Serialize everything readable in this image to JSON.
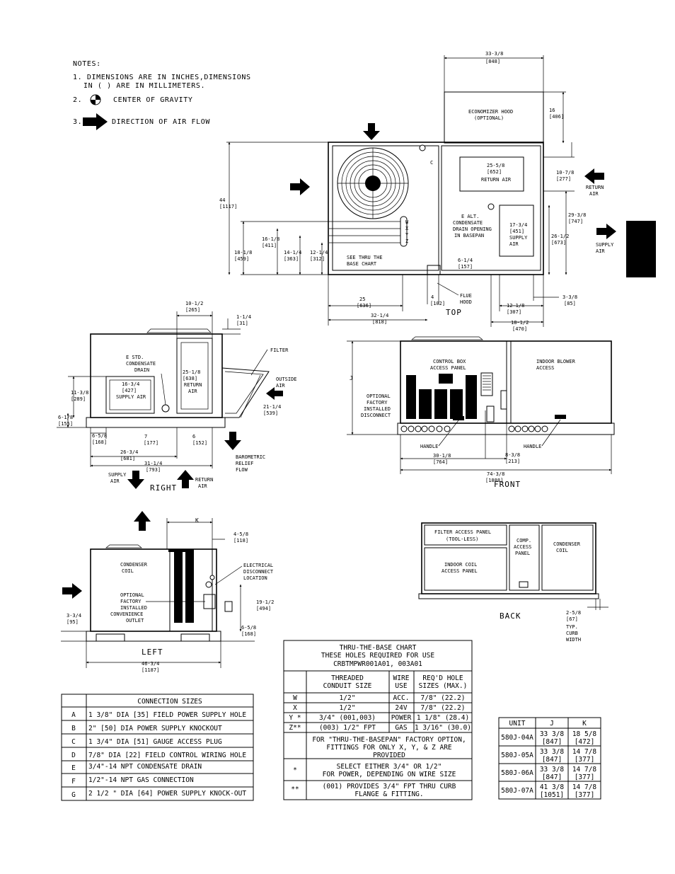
{
  "notes": {
    "title": "NOTES:",
    "n1a": "1. DIMENSIONS ARE IN INCHES,DIMENSIONS",
    "n1b": "IN ( ) ARE IN MILLIMETERS.",
    "n2num": "2.",
    "n2": "CENTER OF GRAVITY",
    "n3num": "3.",
    "n3": "DIRECTION OF AIR FLOW"
  },
  "views": {
    "top": "TOP",
    "front": "FRONT",
    "right": "RIGHT",
    "left": "LEFT",
    "back": "BACK"
  },
  "top_view": {
    "econ_hood_a": "ECONOMIZER HOOD",
    "econ_hood_b": "(OPTIONAL)",
    "d_33_38": "33-3/8",
    "m_848": "[848]",
    "d_16": "16",
    "m_406": "[406]",
    "d_25_58": "25-5/8",
    "m_652": "[652]",
    "return_air": "RETURN AIR",
    "d_10_78": "10-7/8",
    "m_277": "[277]",
    "return_air_a": "RETURN",
    "return_air_b": "AIR",
    "d_29_38": "29-3/8",
    "m_747": "[747]",
    "d_26_12": "26-1/2",
    "m_673": "[673]",
    "supply_air_a": "SUPPLY",
    "supply_air_b": "AIR",
    "alt_a": "E ALT.",
    "alt_b": "CONDENSATE",
    "alt_c": "DRAIN OPENING",
    "alt_d": "IN BASEPAN",
    "d_17_34": "17-3/4",
    "m_451": "[451]",
    "sup_a": "SUPPLY",
    "sup_b": "AIR",
    "d_44": "44",
    "m_1117": "[1117]",
    "d_16_18": "16-1/8",
    "m_411": "[411]",
    "d_18_18": "18-1/8",
    "m_459": "[459]",
    "d_14_14": "14-1/4",
    "m_363": "[363]",
    "d_12_14": "12-1/4",
    "m_312": "[312]",
    "see_a": "SEE THRU THE",
    "see_b": "BASE CHART",
    "wxyz_w": "W",
    "wxyz_x": "X",
    "wxyz_y": "Y",
    "wxyz_z": "Z",
    "c": "C",
    "d_6_14": "6-1/4",
    "m_157": "[157]",
    "d_4": "4",
    "m_102": "[102]",
    "flue_a": "FLUE",
    "flue_b": "HOOD",
    "d_25": "25",
    "m_636": "[636]",
    "d_32_14": "32-1/4",
    "m_818": "[818]",
    "d_12_18": "12-1/8",
    "m_307": "[307]",
    "d_18_12": "18-1/2",
    "m_470": "[470]",
    "d_3_38": "3-3/8",
    "m_85": "[85]"
  },
  "right_view": {
    "d_10_12": "10-1/2",
    "m_265": "[265]",
    "d_1_14": "1-1/4",
    "m_31": "[31]",
    "std_a": "E STD.",
    "std_b": "CONDENSATE",
    "std_c": "DRAIN",
    "filter": "FILTER",
    "d_25_18": "25-1/8",
    "m_638": "[638]",
    "ret_a": "RETURN",
    "ret_b": "AIR",
    "outside_a": "OUTSIDE",
    "outside_b": "AIR",
    "d_16_34": "16-3/4",
    "m_427": "[427]",
    "supply_air": "SUPPLY AIR",
    "d_11_38": "11-3/8",
    "m_289": "[289]",
    "d_21_14": "21-1/4",
    "m_539": "[539]",
    "d_6_18": "6-1/8",
    "m_155": "[155]",
    "d_6_58": "6-5/8",
    "m_168": "[168]",
    "d_7": "7",
    "m_177": "[177]",
    "d_6": "6",
    "m_152": "[152]",
    "d_26_34": "26-3/4",
    "m_681": "[681]",
    "d_31_14": "31-1/4",
    "m_793": "[793]",
    "baro_a": "BAROMETRIC",
    "baro_b": "RELIEF",
    "baro_c": "FLOW",
    "sup_a": "SUPPLY",
    "sup_b": "AIR",
    "ret_c": "RETURN",
    "ret_d": "AIR"
  },
  "front_view": {
    "j": "J",
    "cb_a": "CONTROL BOX",
    "cb_b": "ACCESS PANEL",
    "ib_a": "INDOOR BLOWER",
    "ib_b": "ACCESS",
    "opt_a": "OPTIONAL",
    "opt_b": "FACTORY",
    "opt_c": "INSTALLED",
    "opt_d": "DISCONNECT",
    "handle1": "HANDLE",
    "handle2": "HANDLE",
    "d_8_38": "8-3/8",
    "m_213": "[213]",
    "d_30_18": "30-1/8",
    "m_764": "[764]",
    "d_74_38": "74-3/8",
    "m_1888": "[1888]"
  },
  "left_view": {
    "k": "K",
    "d_4_58": "4-5/8",
    "m_118": "[118]",
    "cc_a": "CONDENSER",
    "cc_b": "COIL",
    "el_a": "ELECTRICAL",
    "el_b": "DISCONNECT",
    "el_c": "LOCATION",
    "oc_a": "OPTIONAL",
    "oc_b": "FACTORY",
    "oc_c": "INSTALLED",
    "oc_d": "CONVENIENCE",
    "oc_e": "OUTLET",
    "d_19_12": "19-1/2",
    "m_494": "[494]",
    "d_3_34": "3-3/4",
    "m_95": "[95]",
    "d_6_58": "6-5/8",
    "m_168": "[168]",
    "d_46_34": "46-3/4",
    "m_1187": "[1187]"
  },
  "back_view": {
    "fa_a": "FILTER ACCESS PANEL",
    "fa_b": "(TOOL-LESS)",
    "comp_a": "COMP.",
    "comp_b": "ACCESS",
    "comp_c": "PANEL",
    "cc_a": "CONDENSER",
    "cc_b": "COIL",
    "ic_a": "INDOOR COIL",
    "ic_b": "ACCESS PANEL",
    "d_2_58": "2-5/8",
    "m_67": "[67]",
    "typ_a": "TYP.",
    "typ_b": "CURB",
    "typ_c": "WIDTH"
  },
  "connection_sizes": {
    "title": "CONNECTION SIZES",
    "rows": [
      {
        "k": "A",
        "v": "1 3/8\" DIA [35] FIELD POWER SUPPLY HOLE"
      },
      {
        "k": "B",
        "v": "2\" [50] DIA POWER SUPPLY KNOCKOUT"
      },
      {
        "k": "C",
        "v": "1 3/4\" DIA [51] GAUGE ACCESS PLUG"
      },
      {
        "k": "D",
        "v": "7/8\" DIA [22] FIELD CONTROL WIRING HOLE"
      },
      {
        "k": "E",
        "v": "3/4\"-14 NPT CONDENSATE DRAIN"
      },
      {
        "k": "F",
        "v": "1/2\"-14 NPT GAS CONNECTION"
      },
      {
        "k": "G",
        "v": "2 1/2 \" DIA [64] POWER SUPPLY KNOCK-OUT"
      }
    ]
  },
  "ttb_chart": {
    "title_a": "THRU-THE-BASE CHART",
    "title_b": "THESE HOLES REQUIRED FOR USE",
    "title_c": "CRBTMPWR001A01, 003A01",
    "h_conduit_a": "THREADED",
    "h_conduit_b": "CONDUIT SIZE",
    "h_wire_a": "WIRE",
    "h_wire_b": "USE",
    "h_hole_a": "REQ'D HOLE",
    "h_hole_b": "SIZES (MAX.)",
    "rows": [
      {
        "k": "W",
        "c": "1/2\"",
        "w": "ACC.",
        "h": "7/8\" (22.2)"
      },
      {
        "k": "X",
        "c": "1/2\"",
        "w": "24V",
        "h": "7/8\" (22.2)"
      },
      {
        "k": "Y *",
        "c": "3/4\" (001,003)",
        "w": "POWER",
        "h": "1 1/8\" (28.4)"
      },
      {
        "k": "Z**",
        "c": "(003) 1/2\" FPT",
        "w": "GAS",
        "h": "1 3/16\" (30.0)"
      }
    ],
    "note1_a": "FOR \"THRU-THE-BASEPAN\" FACTORY OPTION,",
    "note1_b": "FITTINGS FOR ONLY X, Y, & Z ARE",
    "note1_c": "PROVIDED",
    "star1_k": "*",
    "star1_a": "SELECT EITHER 3/4\" OR 1/2\"",
    "star1_b": "FOR POWER, DEPENDING ON WIRE SIZE",
    "star2_k": "**",
    "star2_a": "(001) PROVIDES 3/4\" FPT THRU CURB",
    "star2_b": "FLANGE & FITTING."
  },
  "unit_table": {
    "h_unit": "UNIT",
    "h_j": "J",
    "h_k": "K",
    "rows": [
      {
        "unit": "580J-04A",
        "j": "33 3/8",
        "jm": "[847]",
        "k": "18 5/8",
        "km": "[472]"
      },
      {
        "unit": "580J-05A",
        "j": "33 3/8",
        "jm": "[847]",
        "k": "14 7/8",
        "km": "[377]"
      },
      {
        "unit": "580J-06A",
        "j": "33 3/8",
        "jm": "[847]",
        "k": "14 7/8",
        "km": "[377]"
      },
      {
        "unit": "580J-07A",
        "j": "41 3/8",
        "jm": "[1051]",
        "k": "14 7/8",
        "km": "[377]"
      }
    ]
  }
}
